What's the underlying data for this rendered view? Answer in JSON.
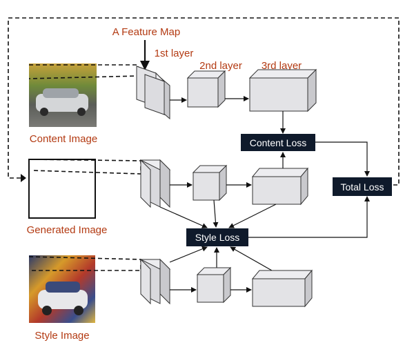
{
  "labels": {
    "feature_map": "A Feature Map",
    "layer1": "1st layer",
    "layer2": "2nd layer",
    "layer3": "3rd layer",
    "content_image": "Content Image",
    "generated_image": "Generated Image",
    "style_image": "Style Image",
    "content_loss": "Content Loss",
    "style_loss": "Style Loss",
    "total_loss": "Total Loss"
  },
  "colors": {
    "label_red": "#b33a12",
    "loss_box": "#0f1a2b"
  }
}
